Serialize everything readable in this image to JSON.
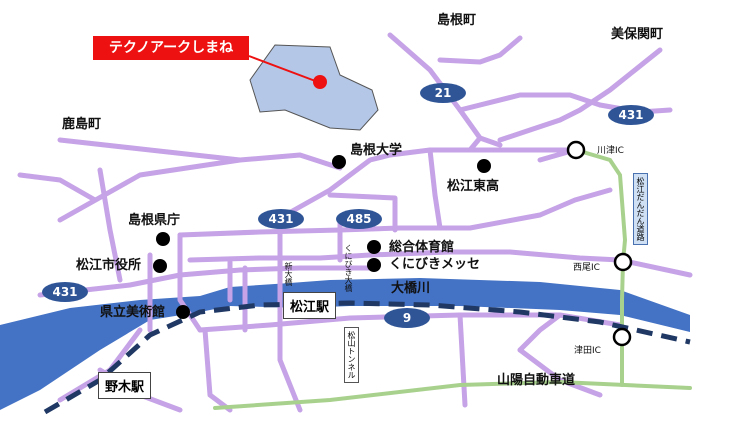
{
  "map": {
    "callout": "テクノアークしまね",
    "towns": {
      "shimane_cho": "島根町",
      "mihonoseki_cho": "美保関町",
      "kashima_cho": "鹿島町"
    },
    "landmarks": {
      "shimane_univ": "島根大学",
      "matsue_higashi": "松江東高",
      "pref_office": "島根県庁",
      "city_hall": "松江市役所",
      "gym": "総合体育館",
      "messe": "くにびきメッセ",
      "museum": "県立美術館"
    },
    "stations": {
      "matsue": "松江駅",
      "nogi": "野木駅"
    },
    "rivers": {
      "ohashi": "大橋川"
    },
    "routes": {
      "r21": "21",
      "r431_east": "431",
      "r431_center": "431",
      "r485": "485",
      "r431_west": "431",
      "r9": "9"
    },
    "expressways": {
      "sanin": "山陽自動車道",
      "matsue_dandan": "松江だんだん道路"
    },
    "interchanges": {
      "kawazu": "川津IC",
      "nishio": "西尾IC",
      "tsuda": "津田IC"
    },
    "bridges": {
      "shin_ohashi": "新大橋",
      "kunibiki_ohashi": "くにびき大橋"
    },
    "tunnel": "松山トンネル",
    "colors": {
      "road": "#c5a3e6",
      "water": "#4472c4",
      "site_area": "#b4c7e7",
      "marker": "#ee1111",
      "expressway": "#a9d18e",
      "rail": "#1f3864",
      "shield": "#2f5597"
    }
  }
}
